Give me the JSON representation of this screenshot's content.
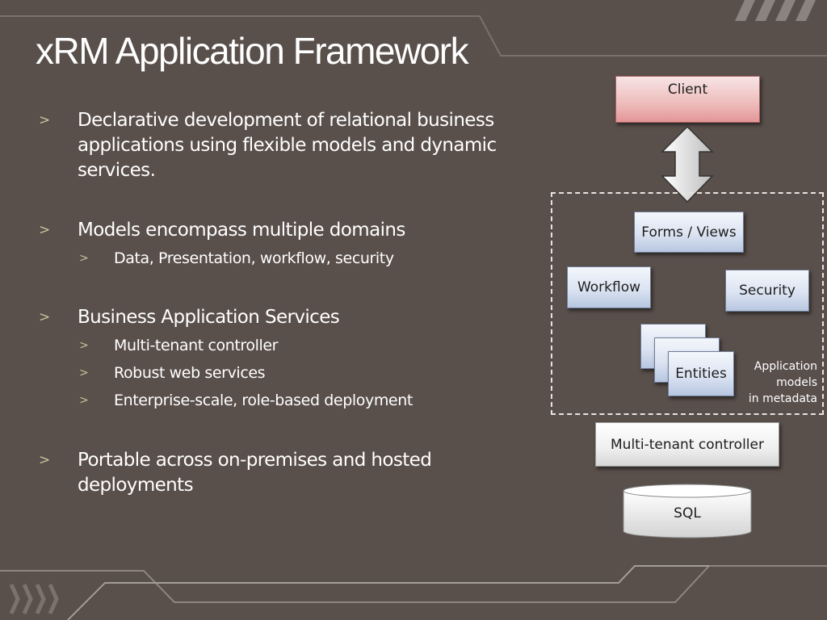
{
  "slide": {
    "title": "xRM Application Framework",
    "bullet_marker": ">",
    "bullets": [
      {
        "text": "Declarative development of relational business applications using flexible models and dynamic services.",
        "sub": []
      },
      {
        "text": "Models encompass multiple domains",
        "sub": [
          "Data, Presentation, workflow, security"
        ]
      },
      {
        "text": "Business Application Services",
        "sub": [
          "Multi-tenant controller",
          "Robust web services",
          "Enterprise-scale, role-based deployment"
        ]
      },
      {
        "text": "Portable across on-premises and hosted deployments",
        "sub": []
      }
    ]
  },
  "diagram": {
    "client": "Client",
    "forms_views": "Forms / Views",
    "workflow": "Workflow",
    "security": "Security",
    "entities": "Entities",
    "app_models_label": [
      "Application",
      "models",
      "in metadata"
    ],
    "controller": "Multi-tenant controller",
    "database": "SQL"
  },
  "colors": {
    "background": "#594f4b",
    "bullet_marker": "#c7c29a",
    "client_box": "#eebcbc",
    "model_box": "#dce4f2"
  }
}
